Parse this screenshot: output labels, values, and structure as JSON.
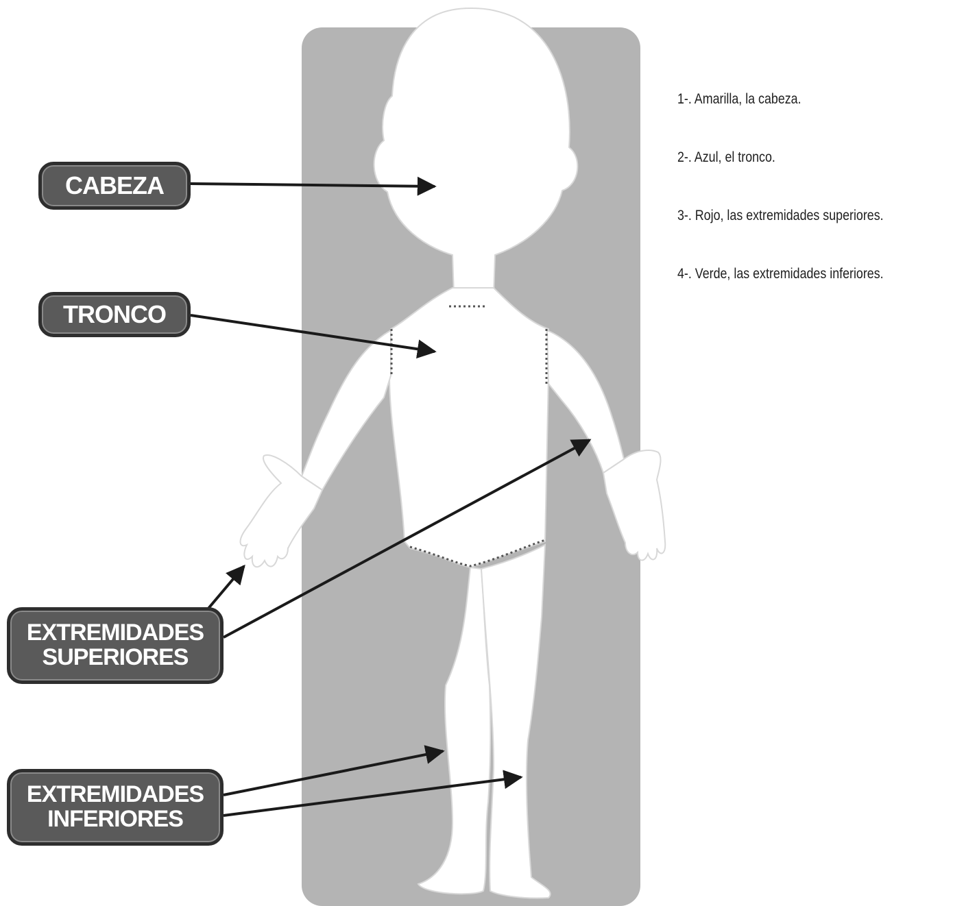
{
  "labels": {
    "cabeza": "CABEZA",
    "tronco": "TRONCO",
    "extremidades_superiores": [
      "EXTREMIDADES",
      "SUPERIORES"
    ],
    "extremidades_inferiores": [
      "EXTREMIDADES",
      "INFERIORES"
    ]
  },
  "legend": [
    "1-. Amarilla, la cabeza.",
    "2-. Azul, el tronco.",
    "3-. Rojo, las extremidades superiores.",
    "4-. Verde, las extremidades inferiores."
  ],
  "colors": {
    "background_panel": "#b4b4b4",
    "body_fill": "#ffffff",
    "label_fill": "#5a5a5a",
    "label_border": "#2e2e2e",
    "arrow": "#1a1a1a"
  }
}
